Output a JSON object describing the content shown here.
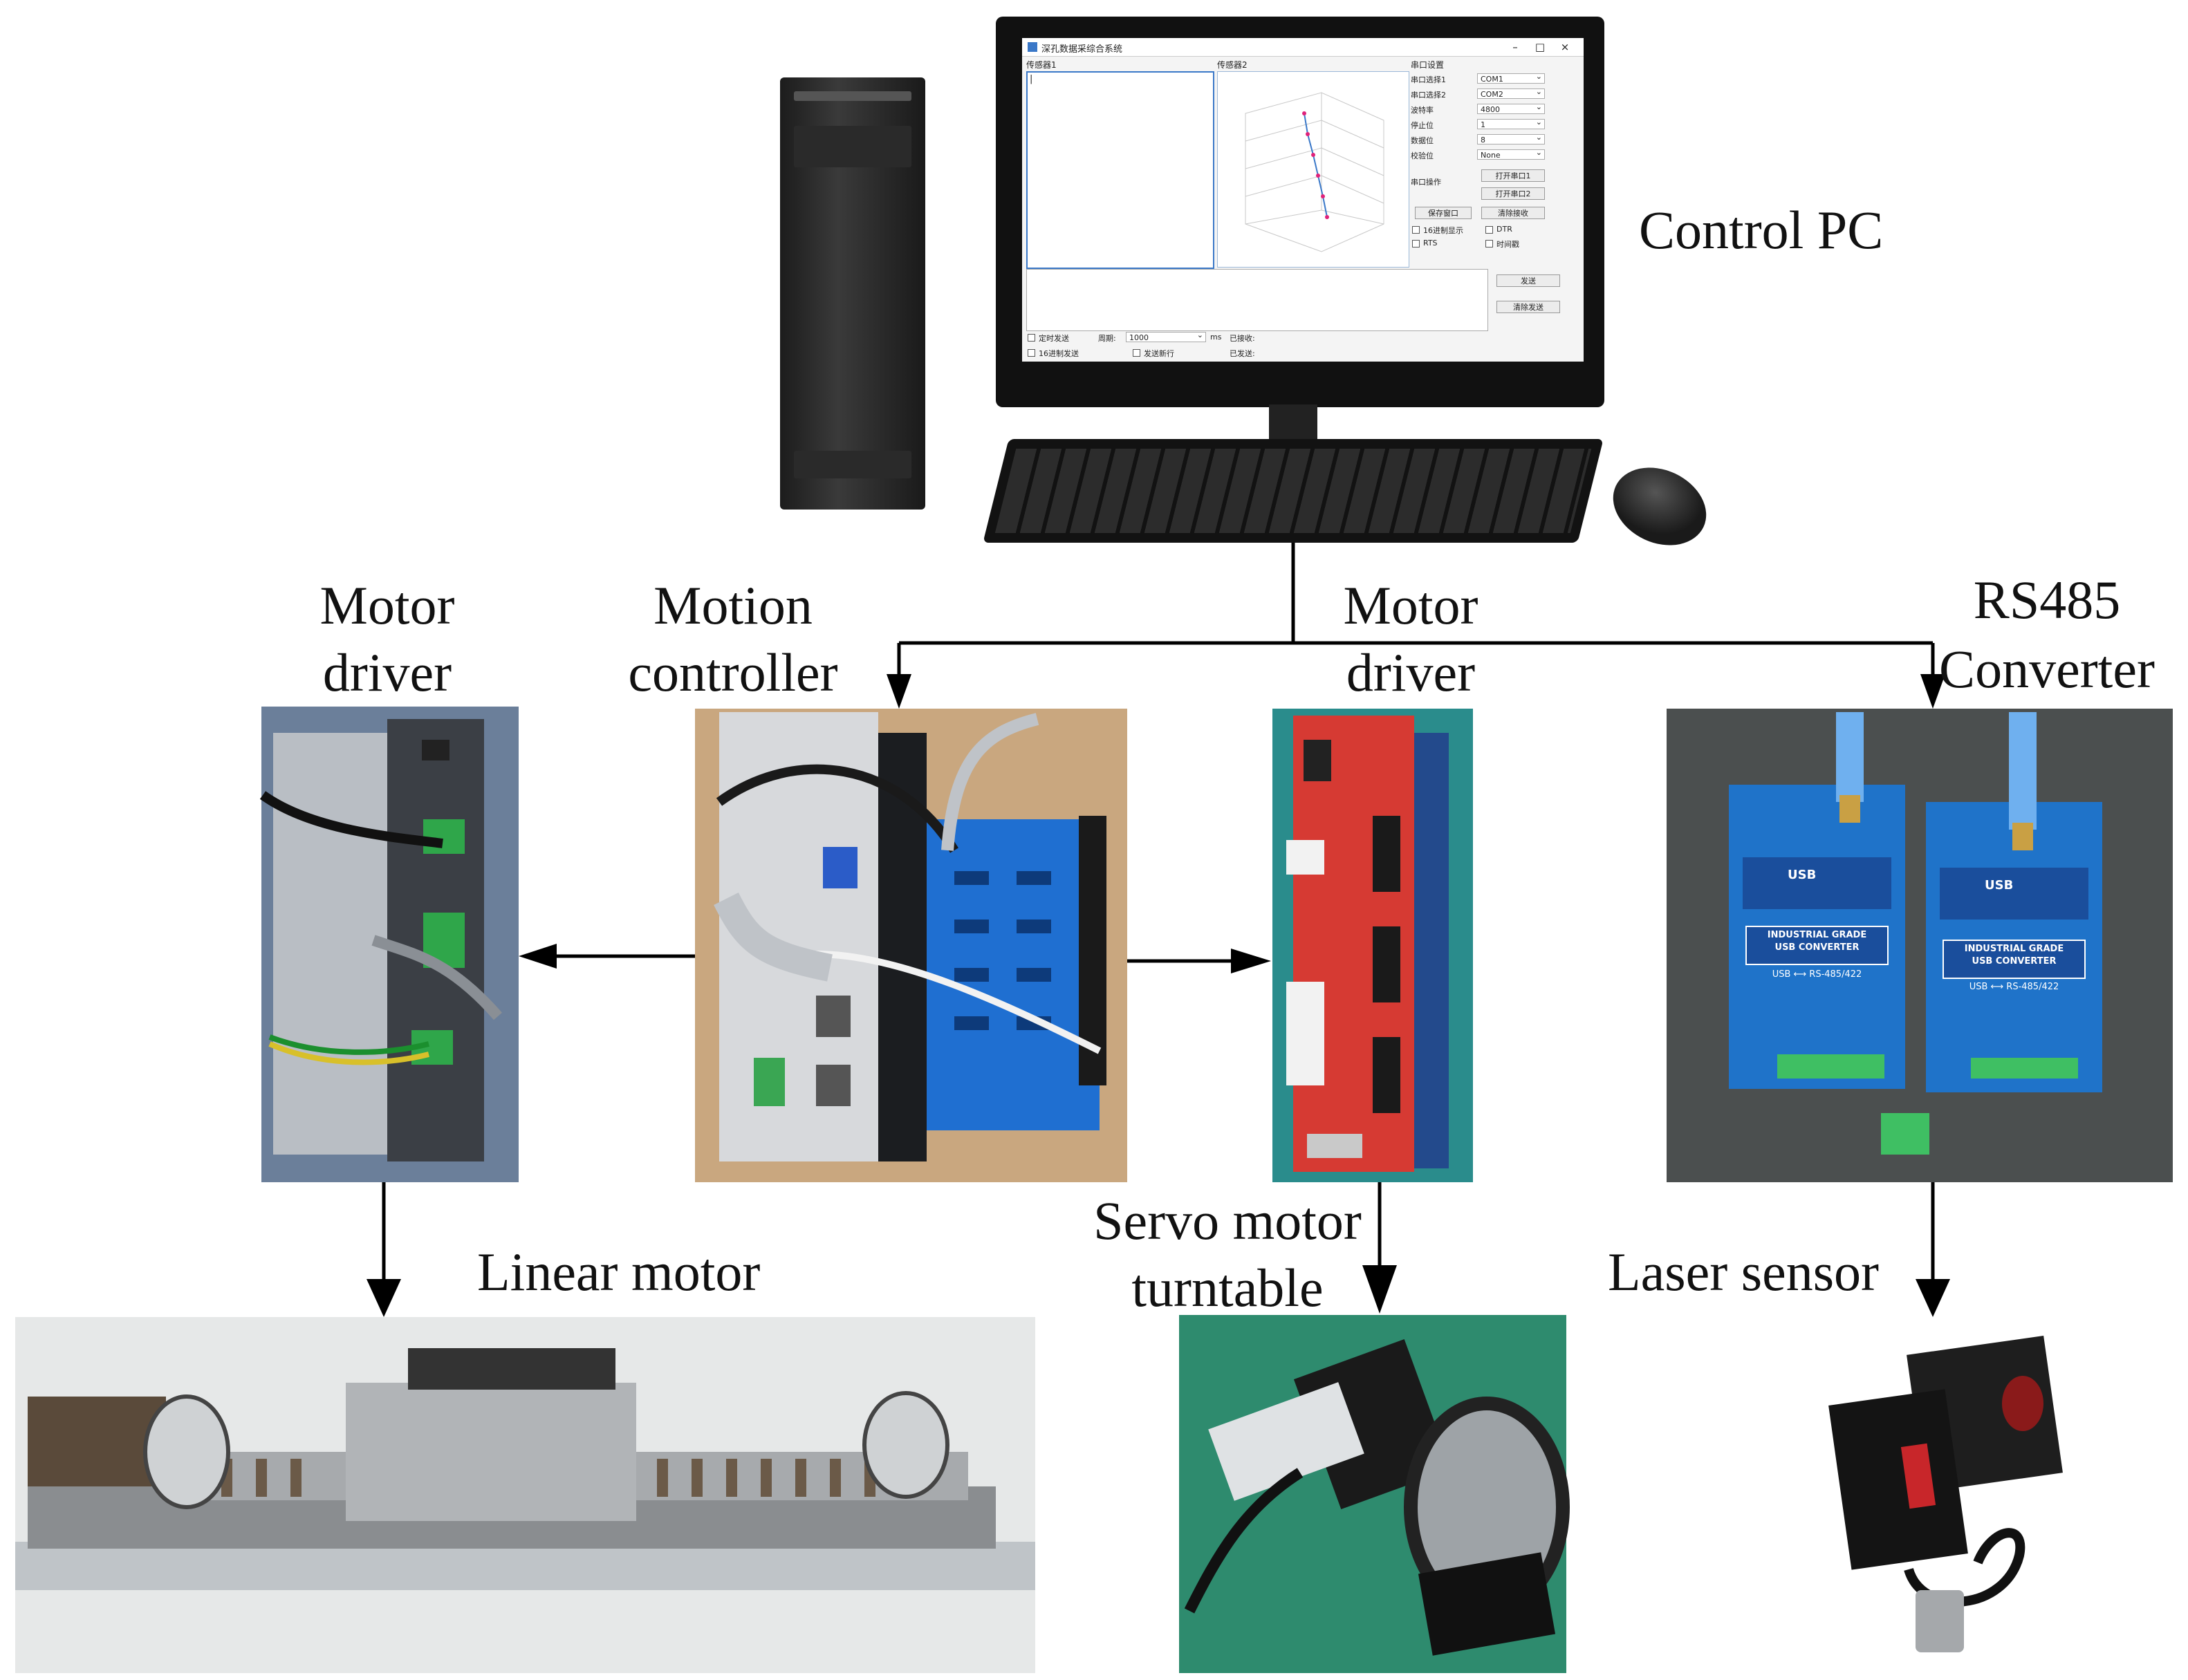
{
  "labels": {
    "control_pc": "Control PC",
    "motor_driver_left": [
      "Motor",
      "driver"
    ],
    "motion_controller": [
      "Motion",
      "controller"
    ],
    "motor_driver_right": [
      "Motor",
      "driver"
    ],
    "rs485_converter": [
      "RS485",
      "Converter"
    ],
    "linear_motor": "Linear motor",
    "servo_motor_turntable": [
      "Servo motor",
      "turntable"
    ],
    "laser_sensor": "Laser sensor"
  },
  "screen": {
    "title": "深孔数据采综合系统",
    "sensor1_label": "传感器1",
    "sensor2_label": "传感器2",
    "serial_settings": "串口设置",
    "fields": [
      {
        "label": "串口选择1",
        "value": "COM1"
      },
      {
        "label": "串口选择2",
        "value": "COM2"
      },
      {
        "label": "波特率",
        "value": "4800"
      },
      {
        "label": "停止位",
        "value": "1"
      },
      {
        "label": "数据位",
        "value": "8"
      },
      {
        "label": "校验位",
        "value": "None"
      }
    ],
    "serial_ops": "串口操作",
    "open_port1": "打开串口1",
    "open_port2": "打开串口2",
    "save_window": "保存窗口",
    "clear_receive": "清除接收",
    "hex_display": "16进制显示",
    "dtr": "DTR",
    "rts": "RTS",
    "timestamp": "时间戳",
    "send": "发送",
    "clear_send": "清除发送",
    "timed_send": "定时发送",
    "period_label": "周期:",
    "period_value": "1000",
    "period_unit": "ms",
    "received": "已接收:",
    "hex_send": "16进制发送",
    "send_newline": "发送新行",
    "sent": "已发送:",
    "text_cursor": "|"
  },
  "device_text": {
    "usb": "USB",
    "converter_line1": "INDUSTRIAL GRADE",
    "converter_line2": "USB CONVERTER",
    "converter_line3": "USB ⟷ RS-485/422"
  },
  "colors": {
    "driver_red": "#d63a33",
    "converter_blue": "#1f73c9",
    "board_blue": "#1f6fd1"
  }
}
